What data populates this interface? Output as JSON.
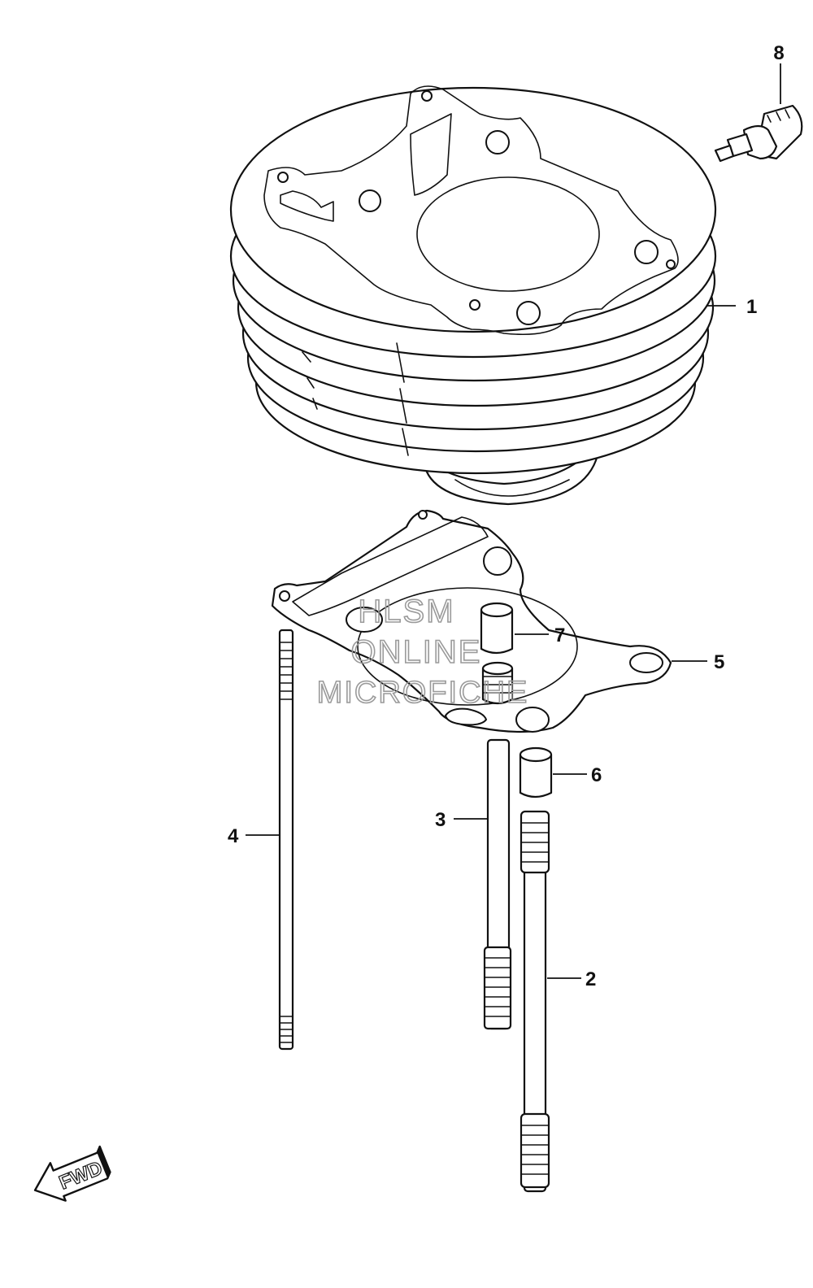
{
  "watermark": {
    "line1": "HLSM",
    "line2": "ONLINE",
    "line3": "MICROFICHE"
  },
  "fwd_label": "FWD",
  "callouts": {
    "cylinder": "1",
    "long_stud": "2",
    "stud_3": "3",
    "stud_4": "4",
    "gasket": "5",
    "dowel_6": "6",
    "dowel_7": "7",
    "sensor": "8"
  }
}
